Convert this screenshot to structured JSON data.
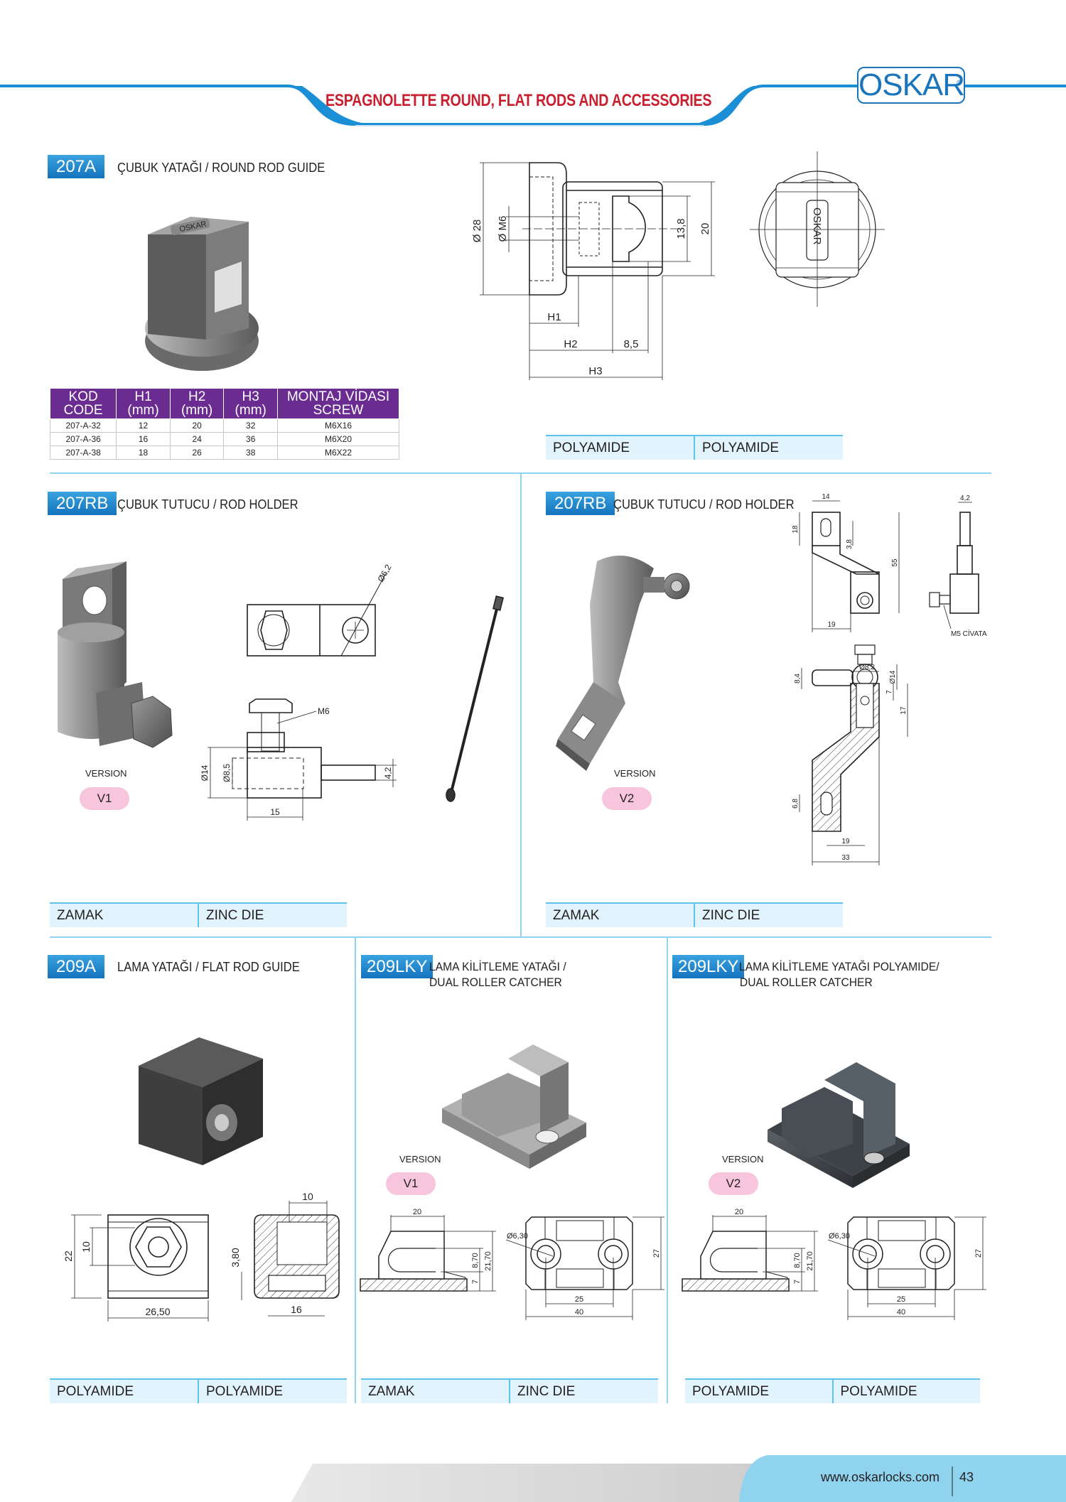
{
  "header": {
    "title": "ESPAGNOLETTE ROUND, FLAT RODS AND ACCESSORIES",
    "logo": "OSKAR",
    "logo_mark": "®"
  },
  "colors": {
    "brand_blue": "#1b75bb",
    "title_red": "#c8202f",
    "table_purple": "#6b2c91",
    "material_fill": "#e1f3fc",
    "version_pink": "#f7c6dd"
  },
  "s207a": {
    "code": "207A",
    "title": "ÇUBUK YATAĞI / ROUND ROD GUIDE",
    "product_mark": "OSKAR",
    "table": {
      "headers": [
        [
          "KOD",
          "CODE"
        ],
        [
          "H1",
          "(mm)"
        ],
        [
          "H2",
          "(mm)"
        ],
        [
          "H3",
          "(mm)"
        ],
        [
          "MONTAJ VİDASI",
          "SCREW"
        ]
      ],
      "rows": [
        [
          "207-A-32",
          "12",
          "20",
          "32",
          "M6X16"
        ],
        [
          "207-A-36",
          "16",
          "24",
          "36",
          "M6X20"
        ],
        [
          "207-A-38",
          "18",
          "26",
          "38",
          "M6X22"
        ]
      ]
    },
    "dims": {
      "d28": "Ø 28",
      "m6": "Ø M6",
      "h138": "13,8",
      "h20": "20",
      "H1": "H1",
      "H2": "H2",
      "w85": "8,5",
      "H3": "H3"
    },
    "material": [
      "POLYAMIDE",
      "POLYAMIDE"
    ]
  },
  "s207rb_v1": {
    "code": "207RB",
    "title": "ÇUBUK TUTUCU / ROD HOLDER",
    "version_label": "VERSION",
    "version": "V1",
    "dims": {
      "d62": "Ø6,2",
      "m6": "M6",
      "d14": "Ø14",
      "d85": "Ø8,5",
      "w15": "15",
      "w42": "4,2"
    },
    "material": [
      "ZAMAK",
      "ZINC DIE"
    ]
  },
  "s207rb_v2": {
    "code": "207RB",
    "title": "ÇUBUK TUTUCU /  ROD HOLDER",
    "version_label": "VERSION",
    "version": "V2",
    "dims": {
      "w14": "14",
      "h18": "18",
      "h38": "3,8",
      "h55": "55",
      "w19": "19",
      "w42": "4,2",
      "bolt": "M5 CİVATA",
      "h84": "8,4",
      "d14": "Ø14",
      "d82": "Ø8,2",
      "h7": "7",
      "h17": "17",
      "h68": "6,8",
      "w19b": "19",
      "w33": "33"
    },
    "material": [
      "ZAMAK",
      "ZINC DIE"
    ]
  },
  "s209a": {
    "code": "209A",
    "title": "LAMA YATAĞI / FLAT ROD GUIDE",
    "dims": {
      "h22": "22",
      "h10": "10",
      "w2650": "26,50",
      "w10": "10",
      "h380": "3,80",
      "w16": "16"
    },
    "material": [
      "POLYAMIDE",
      "POLYAMIDE"
    ]
  },
  "s209lky_v1": {
    "code": "209LKY",
    "title1": "LAMA KİLİTLEME YATAĞI /",
    "title2": "DUAL ROLLER CATCHER",
    "version_label": "VERSION",
    "version": "V1",
    "dims": {
      "w20": "20",
      "h870": "8,70",
      "h7": "7",
      "h2170": "21,70",
      "d630": "Ø6,30",
      "h27": "27",
      "w25": "25",
      "w40": "40"
    },
    "material": [
      "ZAMAK",
      "ZINC DIE"
    ]
  },
  "s209lky_v2": {
    "code": "209LKY",
    "title1": "LAMA KİLİTLEME YATAĞI  POLYAMIDE/",
    "title2": "DUAL ROLLER CATCHER",
    "version_label": "VERSION",
    "version": "V2",
    "dims": {
      "w20": "20",
      "h870": "8,70",
      "h7": "7",
      "h2170": "21,70",
      "d630": "Ø6,30",
      "h27": "27",
      "w25": "25",
      "w40": "40"
    },
    "material": [
      "POLYAMIDE",
      "POLYAMIDE"
    ]
  },
  "footer": {
    "url": "www.oskarlocks.com",
    "page": "43"
  }
}
